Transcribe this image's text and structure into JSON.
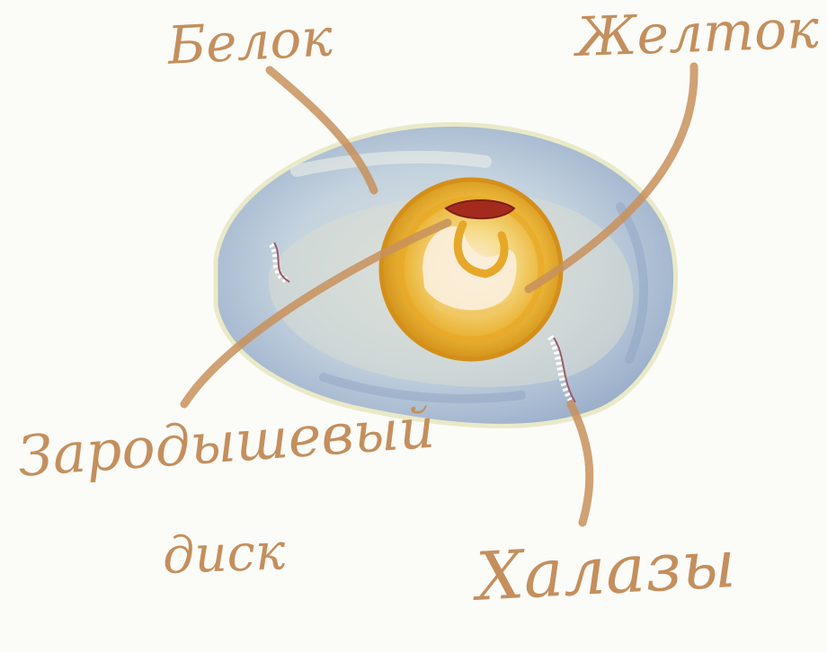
{
  "diagram": {
    "labels": {
      "protein": "Белок",
      "yolk": "Желток",
      "germinal_disc_line1": "Зародышевый",
      "germinal_disc_line2": "диск",
      "chalazae": "Халазы"
    },
    "colors": {
      "label": "#c48f5c",
      "leader_line": "#c8915c",
      "albumen": "#b9cad8",
      "albumen_shadow": "#8fa3c4",
      "yolk_outer": "#e0a21d",
      "yolk_inner": "#f5d978",
      "yolk_center": "#fbeedc",
      "germinal_disc": "#a52a1e",
      "background": "#fbfbf8"
    }
  }
}
